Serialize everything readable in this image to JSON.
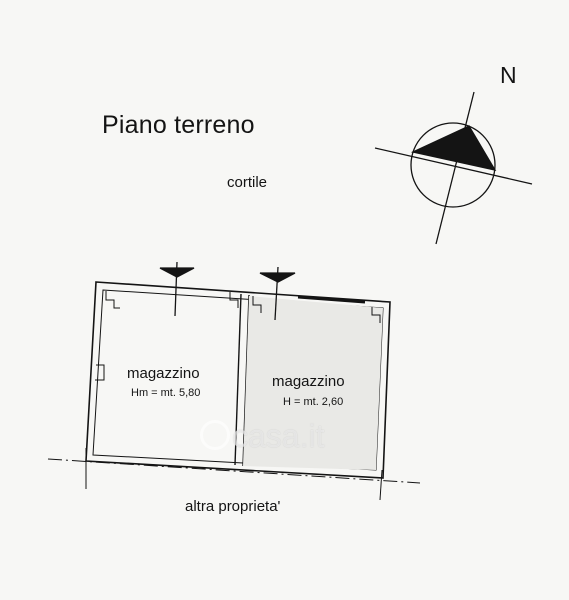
{
  "title": "Piano terreno",
  "courtyard_label": "cortile",
  "north_label": "N",
  "rooms": [
    {
      "name": "magazzino",
      "height_note": "Hm = mt. 5,80"
    },
    {
      "name": "magazzino",
      "height_note": "H = mt. 2,60"
    }
  ],
  "neighbour_label": "altra proprieta'",
  "watermark": "casa.it",
  "colors": {
    "ink": "#141414",
    "paper": "#f7f7f5",
    "room_b_fill": "#e9e9e6"
  }
}
